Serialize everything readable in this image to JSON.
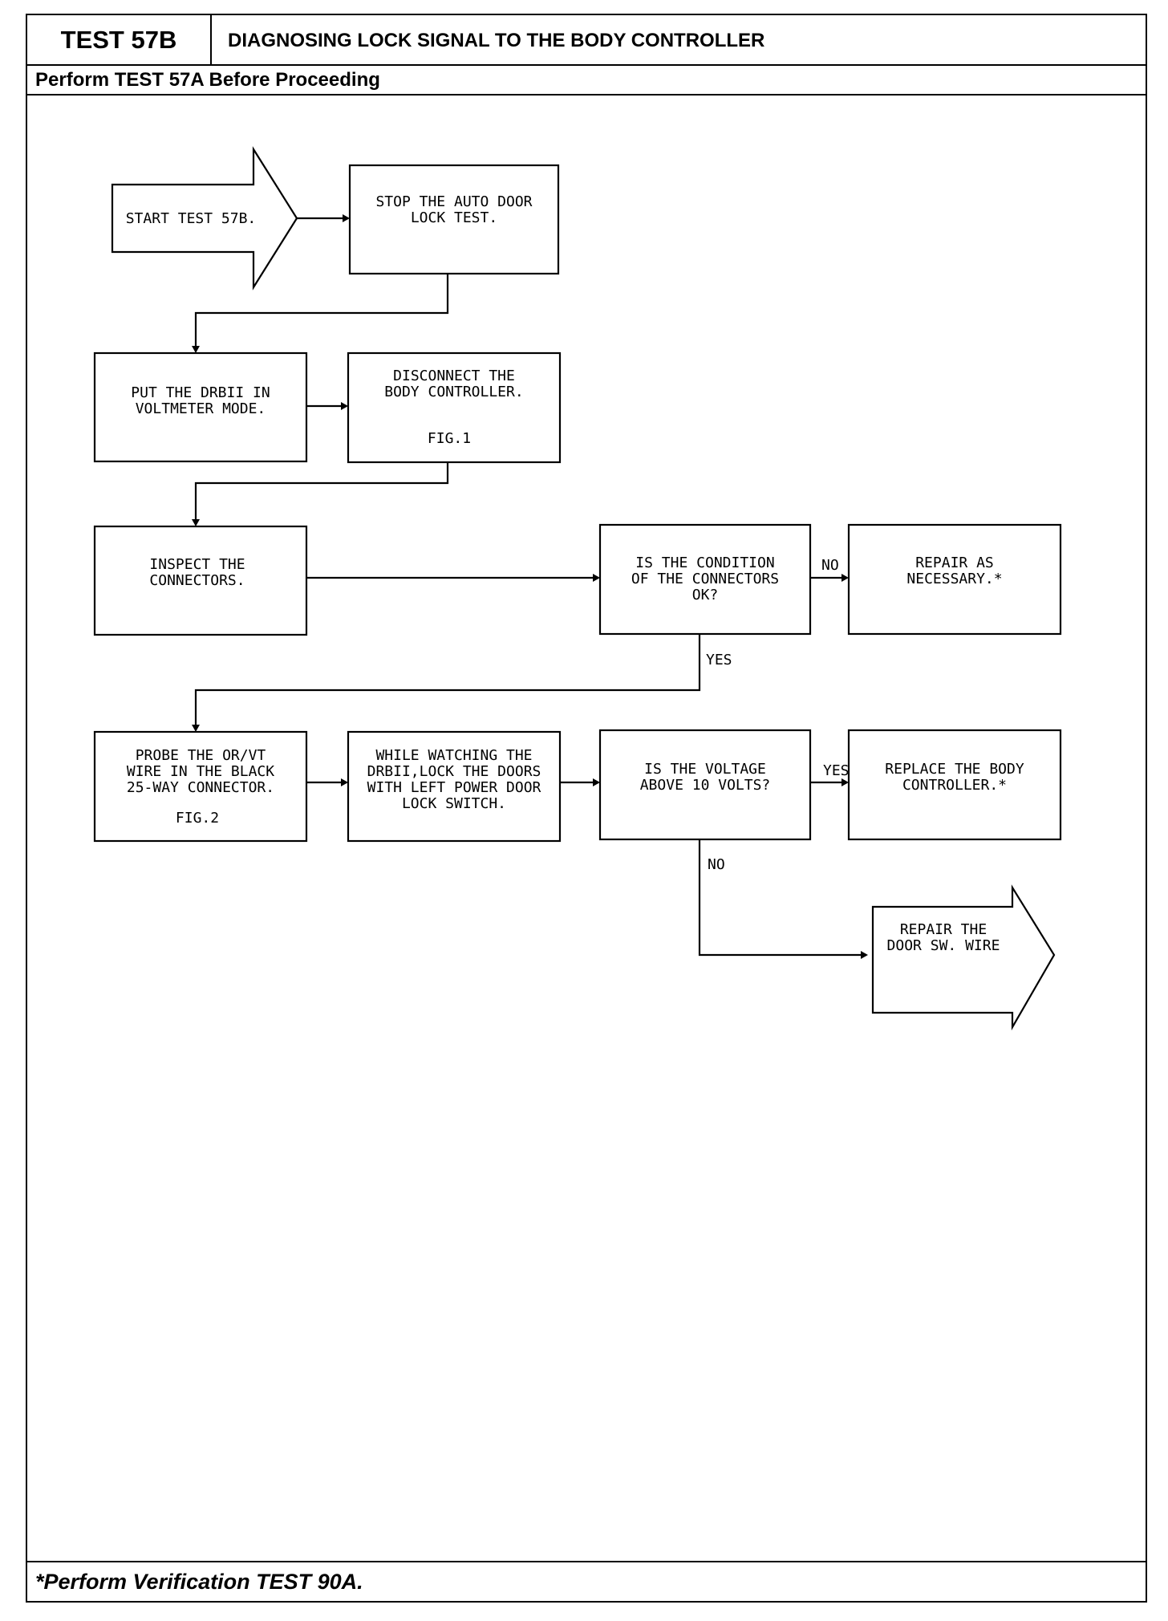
{
  "header": {
    "test_id": "TEST 57B",
    "title": "DIAGNOSING LOCK SIGNAL TO THE BODY CONTROLLER",
    "prerequisite": "Perform TEST 57A Before Proceeding"
  },
  "footer": {
    "note": "*Perform Verification TEST 90A."
  },
  "flowchart": {
    "start": [
      "START TEST 57B."
    ],
    "stop_auto_lock": [
      "STOP THE AUTO DOOR",
      "LOCK TEST."
    ],
    "voltmeter": [
      "PUT THE DRBII IN",
      "VOLTMETER MODE."
    ],
    "disconnect": [
      "DISCONNECT THE",
      "BODY CONTROLLER."
    ],
    "disconnect_fig": "FIG.1",
    "inspect": [
      "INSPECT THE",
      "CONNECTORS."
    ],
    "connectors_ok": [
      "IS THE CONDITION",
      "OF THE CONNECTORS",
      "OK?"
    ],
    "repair_necessary": [
      "REPAIR AS",
      "NECESSARY.*"
    ],
    "probe": [
      "PROBE THE OR/VT",
      "WIRE IN THE BLACK",
      "25-WAY CONNECTOR."
    ],
    "probe_fig": "FIG.2",
    "watching": [
      "WHILE WATCHING THE",
      "DRBII,LOCK THE DOORS",
      "WITH LEFT POWER DOOR",
      "LOCK SWITCH."
    ],
    "voltage_check": [
      "IS THE VOLTAGE",
      "ABOVE 10 VOLTS?"
    ],
    "replace": [
      "REPLACE THE BODY",
      "CONTROLLER.*"
    ],
    "repair_wire": [
      "REPAIR THE",
      "DOOR SW. WIRE"
    ],
    "labels": {
      "no": "NO",
      "yes": "YES"
    }
  }
}
